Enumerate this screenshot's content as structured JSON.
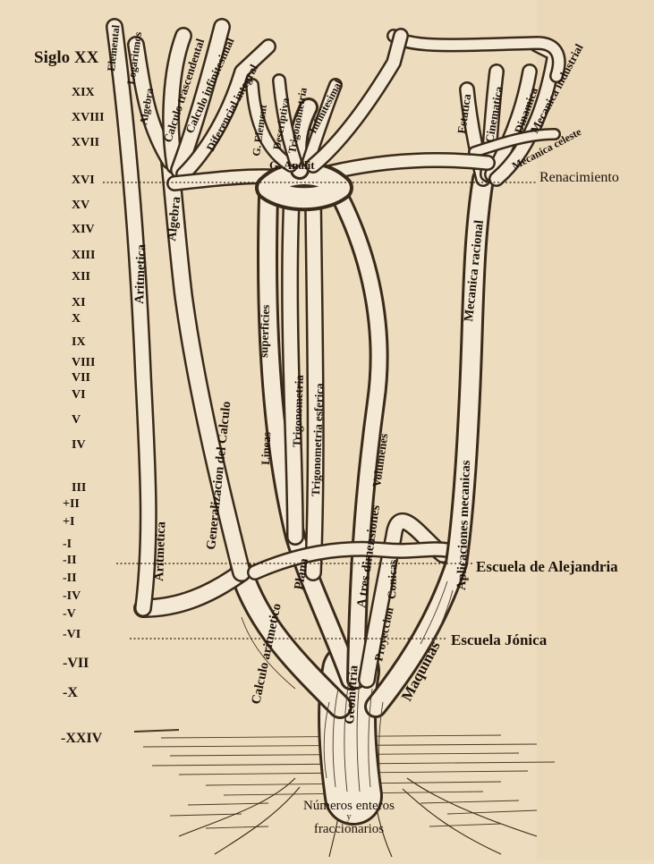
{
  "centuries": [
    "Siglo XX",
    "XIX",
    "XVIII",
    "XVII",
    "XVI",
    "XV",
    "XIV",
    "XIII",
    "XII",
    "XI",
    "X",
    "IX",
    "VIII",
    "VII",
    "VI",
    "V",
    "IV",
    "III",
    "+II",
    "+I",
    "-I",
    "-II",
    "-II",
    "-IV",
    "-V",
    "-VI",
    "-VII",
    "-X",
    "-XXIV"
  ],
  "eras": {
    "renacimiento": "Renacimiento",
    "alejandria": "Escuela de Alejandria",
    "jonica": "Escuela Jónica"
  },
  "branches": {
    "aritmetica_high": "Aritmetica",
    "aritmetica_low": "Aritmetica",
    "elemental": "Elemental",
    "logaritmos": "Logaritmos",
    "algebra_high": "Algebra",
    "algebra": "Algebra",
    "calculo_trascendental": "Calculo trascendental",
    "calculo_infinitesimal_top": "Calculo infinitesimal",
    "diferencial_integral": "Diferencial integral",
    "generalizacion": "Generalizacion del Calculo",
    "calculo_aritmetico": "Calculo aritmetico",
    "g_element": "G. Element",
    "descriptiva": "Descriptiva",
    "trigonometria_top": "Trigonometria",
    "infinitesimal": "Infinitesimal",
    "g_analit": "G. Analit",
    "lineas": "Lineas",
    "superficies": "superficies",
    "trigonometria": "Trigonometria",
    "trigonometria_esferica": "Trigonometria esferica",
    "volumenes": "Volumenes",
    "tres_dimensiones": "A tres dimensiones",
    "plana": "Plana",
    "geometria": "Geometria",
    "conicas": "Conicas",
    "proyeccion": "Proyeccion",
    "estatica": "Estatica",
    "cinematica": "Cinematica",
    "dinamica": "Dinamica",
    "mecanica_industrial": "Mecanica industrial",
    "mecanica_celeste": "Mecanica celeste",
    "mecanica_racional": "Mecanica racional",
    "aplicaciones": "Aplicaciones mecanicas",
    "maquinas": "Maquinas"
  },
  "roots": {
    "line1": "Números enteros",
    "line2": "y",
    "line3": "fraccionarios"
  }
}
